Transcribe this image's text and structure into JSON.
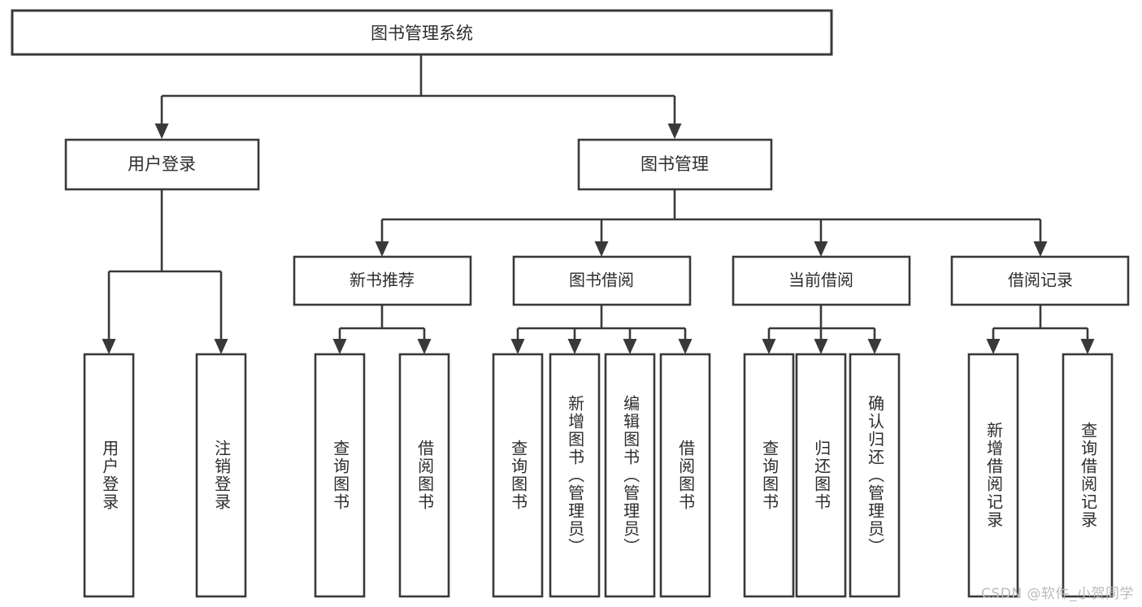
{
  "diagram": {
    "title": "图书管理系统",
    "type": "hierarchy-tree",
    "orientation": "top-down",
    "levels": 4,
    "colors": {
      "box_stroke": "#37393b",
      "box_fill": "#ffffff",
      "text": "#2b2d30",
      "connector": "#37393b",
      "background": "#ffffff",
      "watermark": "#b9bbbd"
    }
  },
  "root": {
    "label": "图书管理系统"
  },
  "level2": [
    {
      "label": "用户登录"
    },
    {
      "label": "图书管理"
    }
  ],
  "level3": [
    {
      "label": "新书推荐"
    },
    {
      "label": "图书借阅"
    },
    {
      "label": "当前借阅"
    },
    {
      "label": "借阅记录"
    }
  ],
  "leaves": {
    "user_login": [
      {
        "label": "用户登录"
      },
      {
        "label": "注销登录"
      }
    ],
    "new_book_recommend": [
      {
        "label": "查询图书"
      },
      {
        "label": "借阅图书"
      }
    ],
    "book_borrow": [
      {
        "label": "查询图书"
      },
      {
        "label": "新增图书（管理员）"
      },
      {
        "label": "编辑图书（管理员）"
      },
      {
        "label": "借阅图书"
      }
    ],
    "current_borrow": [
      {
        "label": "查询图书"
      },
      {
        "label": "归还图书"
      },
      {
        "label": "确认归还（管理员）"
      }
    ],
    "borrow_record": [
      {
        "label": "新增借阅记录"
      },
      {
        "label": "查询借阅记录"
      }
    ]
  },
  "watermark": {
    "text": "CSDN @软件_小贺同学"
  }
}
